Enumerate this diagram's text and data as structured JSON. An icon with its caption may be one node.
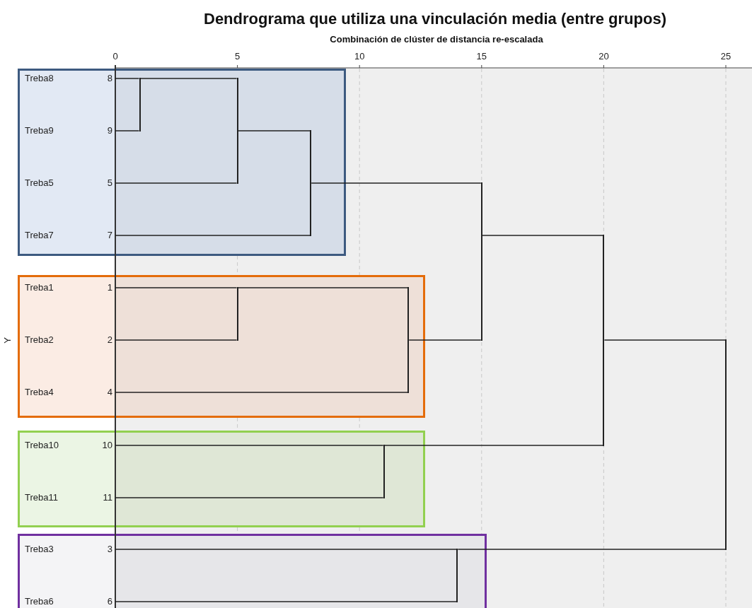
{
  "diagram": {
    "title": "Dendrograma que utiliza una vinculación media (entre grupos)",
    "nodes": [
      {
        "text": [],
        "shape": "box"
      },
      {
        "text": [
          "Treba8",
          "8"
        ],
        "in": 0
      },
      {
        "text": [
          "Treba9",
          "9"
        ],
        "in": 0
      },
      {
        "text": [
          "Treba5",
          "5"
        ],
        "in": 0
      },
      {
        "text": [
          "Treba7",
          "7"
        ],
        "in": 0
      },
      {
        "text": [],
        "shape": "box"
      },
      {
        "text": [
          "Treba1",
          "1"
        ],
        "in": 5
      },
      {
        "text": [
          "Treba2",
          "2"
        ],
        "in": 5
      },
      {
        "text": [
          "Treba4",
          "4"
        ],
        "in": 5
      },
      {
        "text": [],
        "shape": "box"
      },
      {
        "text": [
          "Treba10",
          "10"
        ],
        "in": 9
      },
      {
        "text": [
          "Treba11",
          "11"
        ],
        "in": 9
      },
      {
        "text": [],
        "shape": "box"
      },
      {
        "text": [
          "Treba3",
          "3"
        ],
        "in": 12
      },
      {
        "text": [
          "Treba6",
          "6"
        ],
        "in": 12
      },
      {
        "text": [],
        "shape": "bar",
        "in": 0
      },
      {
        "text": [],
        "shape": "bar",
        "in": 0
      },
      {
        "text": [],
        "shape": "bar",
        "in": 0
      },
      {
        "text": [],
        "shape": "bar",
        "in": 5
      },
      {
        "text": [],
        "shape": "bar",
        "in": 5
      },
      {
        "text": [],
        "shape": "bar"
      },
      {
        "text": [],
        "shape": "bar",
        "in": 9
      },
      {
        "text": [],
        "shape": "bar"
      },
      {
        "text": [],
        "shape": "bar",
        "in": 12
      },
      {
        "text": [],
        "shape": "bar"
      }
    ],
    "edges": [
      {
        "from": 1,
        "to": 15,
        "arrow": "none"
      },
      {
        "from": 2,
        "to": 15,
        "arrow": "none"
      },
      {
        "from": 15,
        "to": 16,
        "arrow": "none"
      },
      {
        "from": 3,
        "to": 16,
        "arrow": "none"
      },
      {
        "from": 16,
        "to": 17,
        "arrow": "none"
      },
      {
        "from": 4,
        "to": 17,
        "arrow": "none"
      },
      {
        "from": 6,
        "to": 18,
        "arrow": "none"
      },
      {
        "from": 7,
        "to": 18,
        "arrow": "none"
      },
      {
        "from": 18,
        "to": 19,
        "arrow": "none"
      },
      {
        "from": 8,
        "to": 19,
        "arrow": "none"
      },
      {
        "from": 17,
        "to": 20,
        "arrow": "none"
      },
      {
        "from": 19,
        "to": 20,
        "arrow": "none"
      },
      {
        "from": 10,
        "to": 21,
        "arrow": "none"
      },
      {
        "from": 11,
        "to": 21,
        "arrow": "none"
      },
      {
        "from": 20,
        "to": 22,
        "arrow": "none"
      },
      {
        "from": 21,
        "to": 22,
        "arrow": "none"
      },
      {
        "from": 13,
        "to": 23,
        "arrow": "none"
      },
      {
        "from": 14,
        "to": 23,
        "arrow": "none"
      },
      {
        "from": 22,
        "to": 24,
        "arrow": "none"
      },
      {
        "from": 23,
        "to": 24,
        "arrow": "none"
      }
    ],
    "labels": [
      "Combinación de clúster de distancia re-escalada",
      "0",
      "5",
      "10",
      "15",
      "20",
      "25",
      "Y"
    ]
  }
}
